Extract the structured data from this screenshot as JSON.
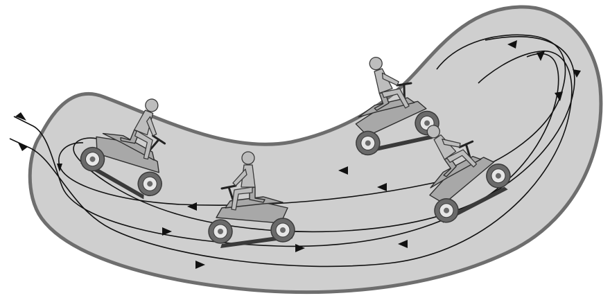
{
  "illustration": {
    "subject": "riding-mower-mowing-pattern",
    "colors": {
      "field": "#cfcfcf",
      "field_border": "#6e6e6e",
      "path": "#111111",
      "mower": "#a8a8a8",
      "wheel": "#6a6a6a"
    },
    "mower_count": 4,
    "path_count": 4
  }
}
